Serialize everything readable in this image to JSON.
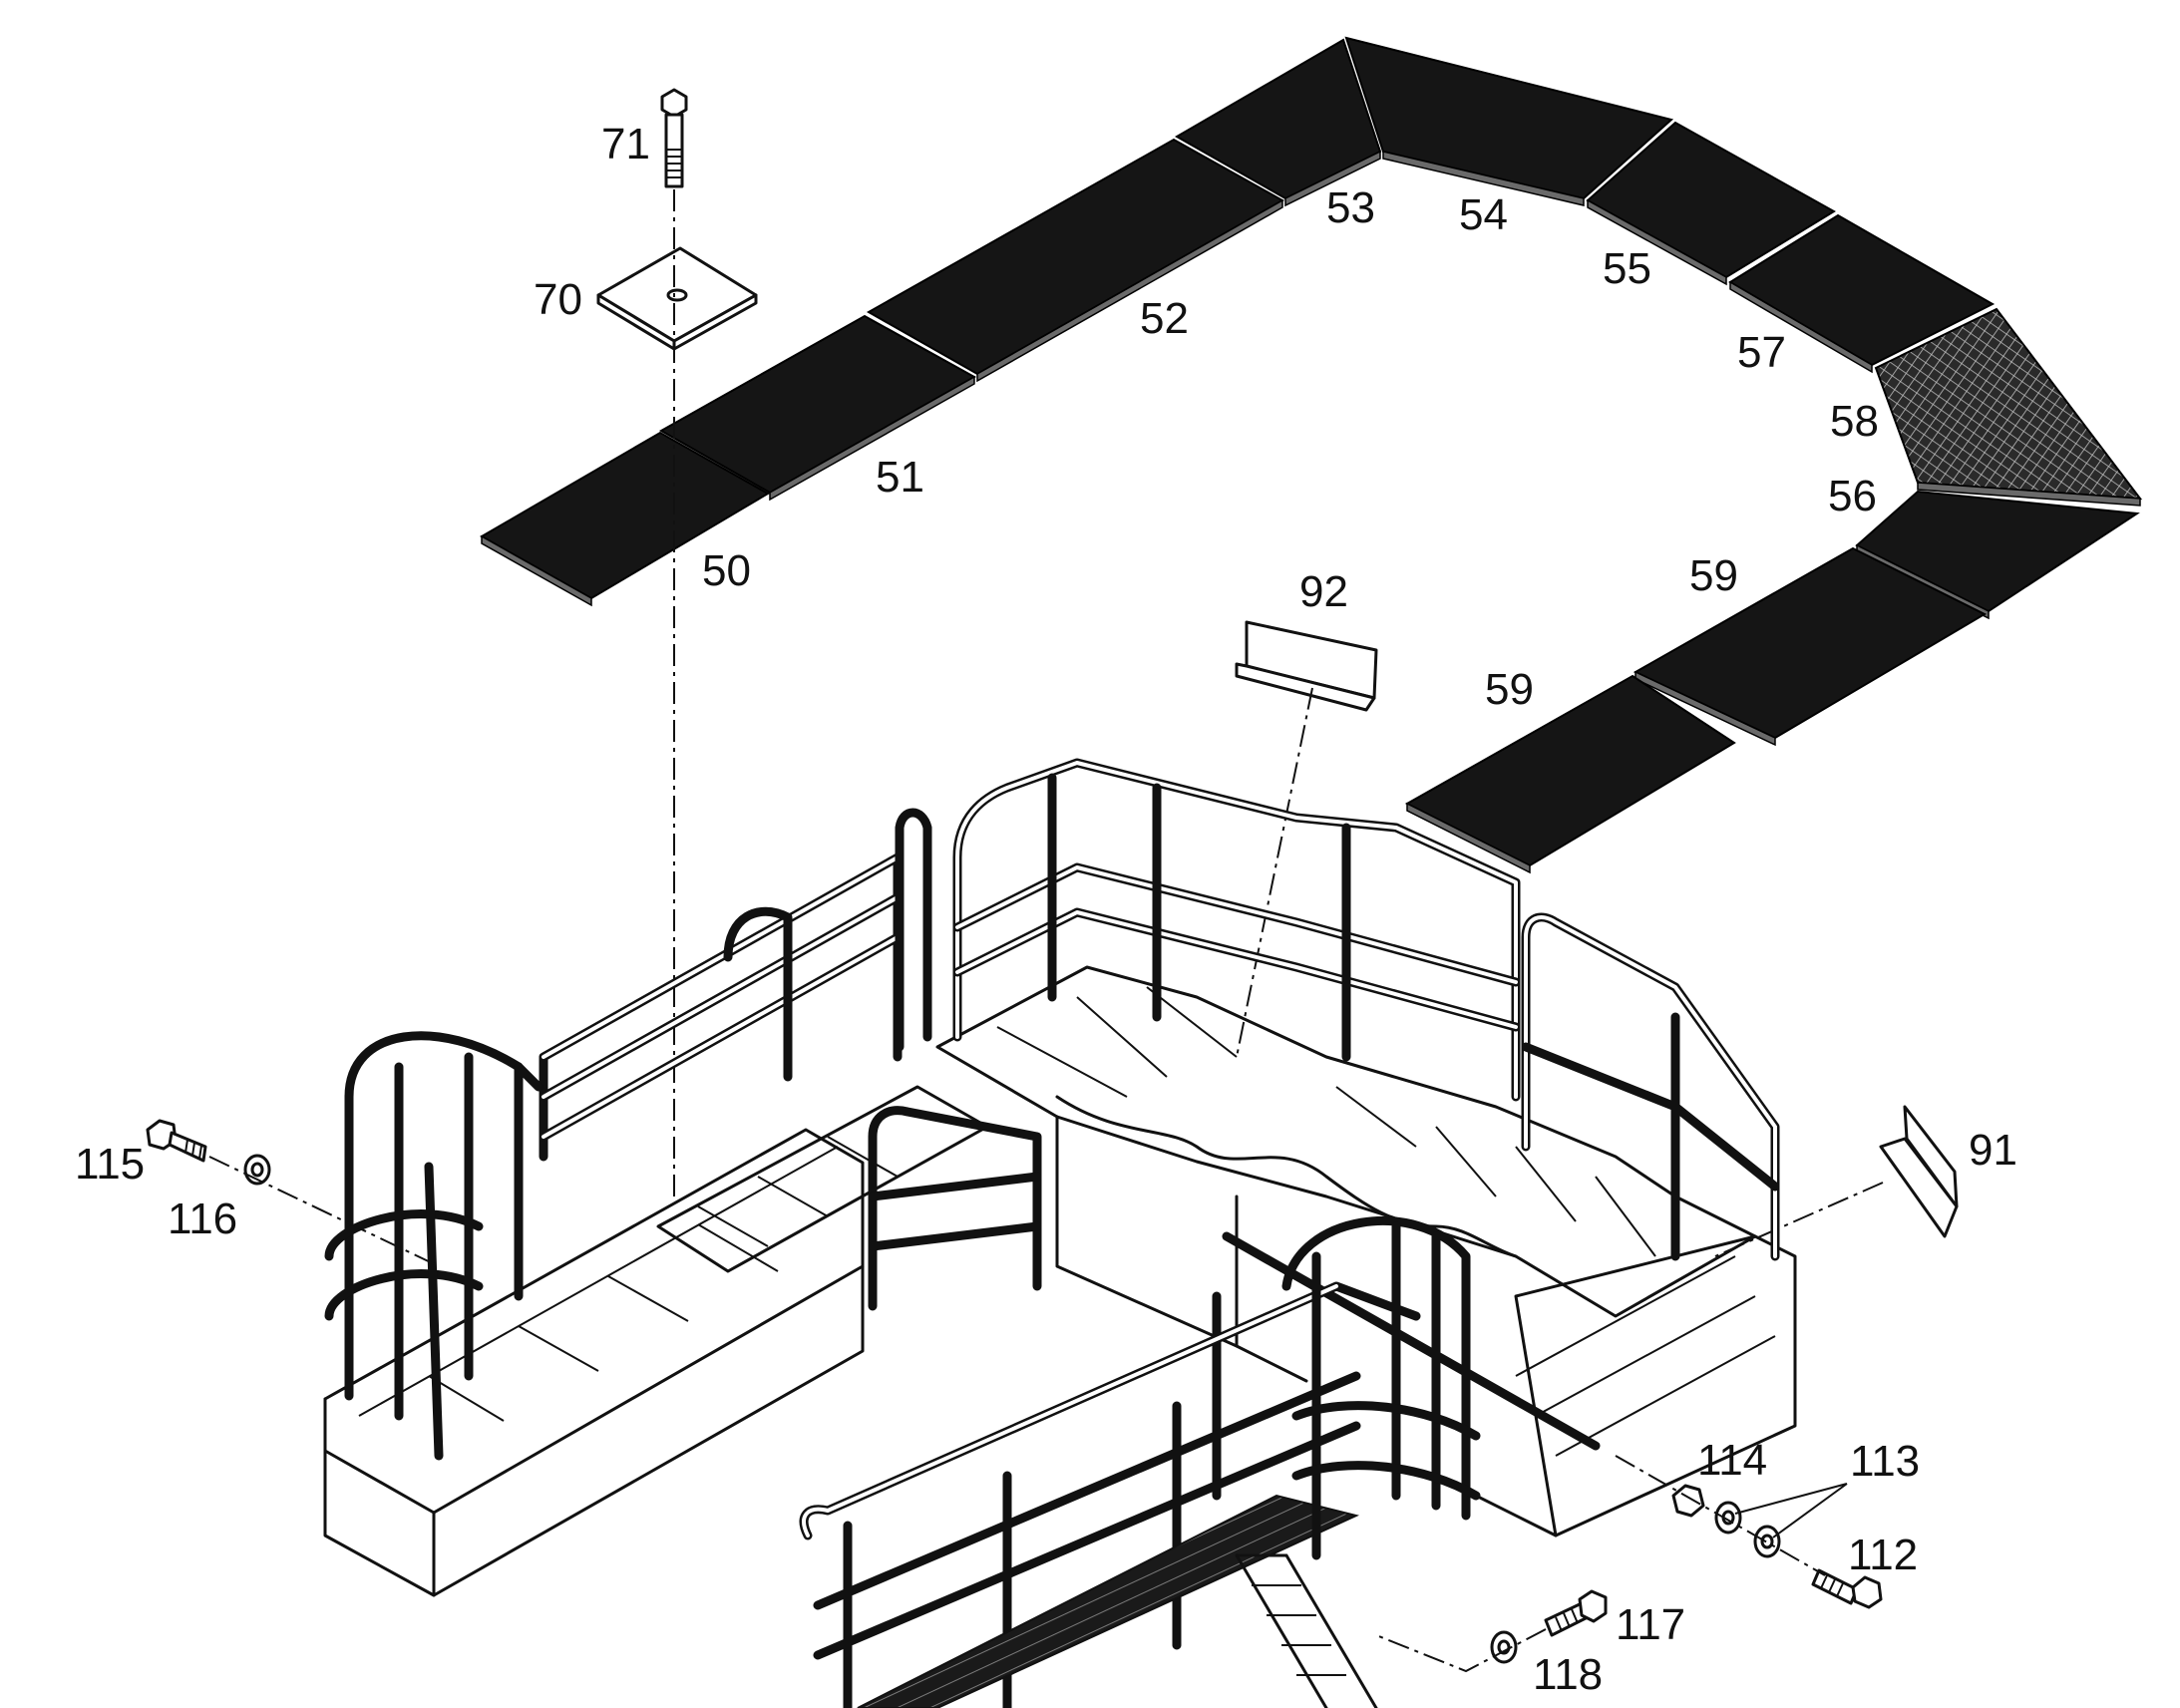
{
  "callouts": {
    "c71": "71",
    "c70": "70",
    "c53": "53",
    "c54": "54",
    "c55": "55",
    "c52": "52",
    "c57": "57",
    "c51": "51",
    "c58": "58",
    "c56": "56",
    "c50": "50",
    "c59a": "59",
    "c92": "92",
    "c59b": "59",
    "c91": "91",
    "c115": "115",
    "c116": "116",
    "c114": "114",
    "c113": "113",
    "c112": "112",
    "c117": "117",
    "c118": "118"
  },
  "colors": {
    "plate": "#151515",
    "line": "#111111",
    "background": "#ffffff"
  }
}
